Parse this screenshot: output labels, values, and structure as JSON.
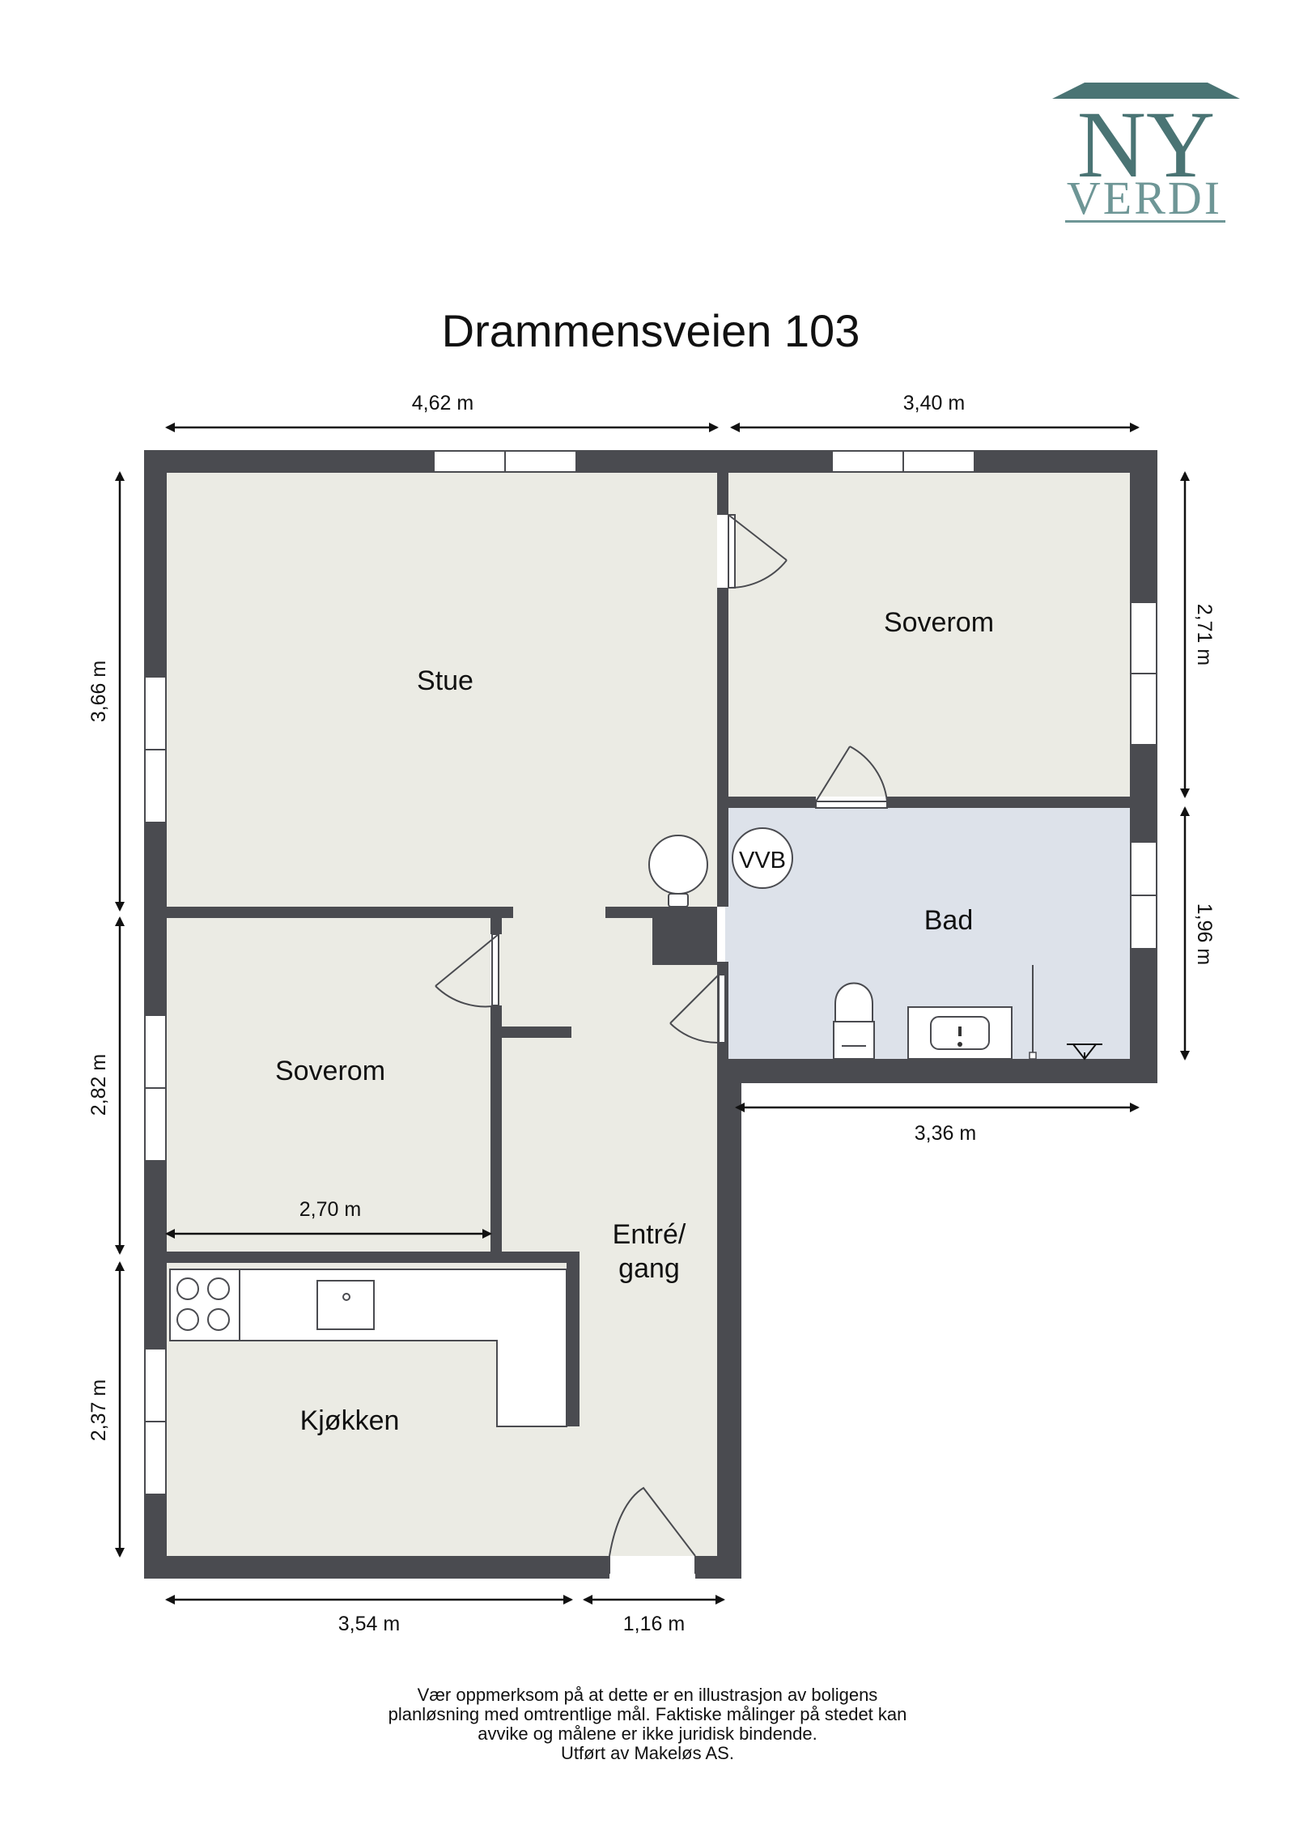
{
  "logo": {
    "line1": "NY",
    "line2": "VERDI"
  },
  "title": "Drammensveien 103",
  "colors": {
    "wall": "#4a4b50",
    "floor": "#ebebe4",
    "bath": "#dde2ea",
    "logo": "#4a7474"
  },
  "rooms": {
    "stue": "Stue",
    "soverom_right": "Soverom",
    "bad": "Bad",
    "vvb": "VVB",
    "soverom_left": "Soverom",
    "entre_line1": "Entré/",
    "entre_line2": "gang",
    "kjokken": "Kjøkken"
  },
  "dimensions": {
    "top_left": "4,62 m",
    "top_right": "3,40 m",
    "left_stue": "3,66 m",
    "left_soverom": "2,82 m",
    "left_kjokken": "2,37 m",
    "right_soverom": "2,71 m",
    "right_bad": "1,96 m",
    "bad_width": "3,36 m",
    "soverom_width": "2,70 m",
    "bottom_left": "3,54 m",
    "bottom_right": "1,16 m"
  },
  "disclaimer": [
    "Vær oppmerksom på at dette er en illustrasjon av boligens",
    "planløsning med omtrentlige mål. Faktiske målinger på stedet kan",
    "avvike og målene er ikke juridisk bindende.",
    "Utført av Makeløs AS."
  ]
}
